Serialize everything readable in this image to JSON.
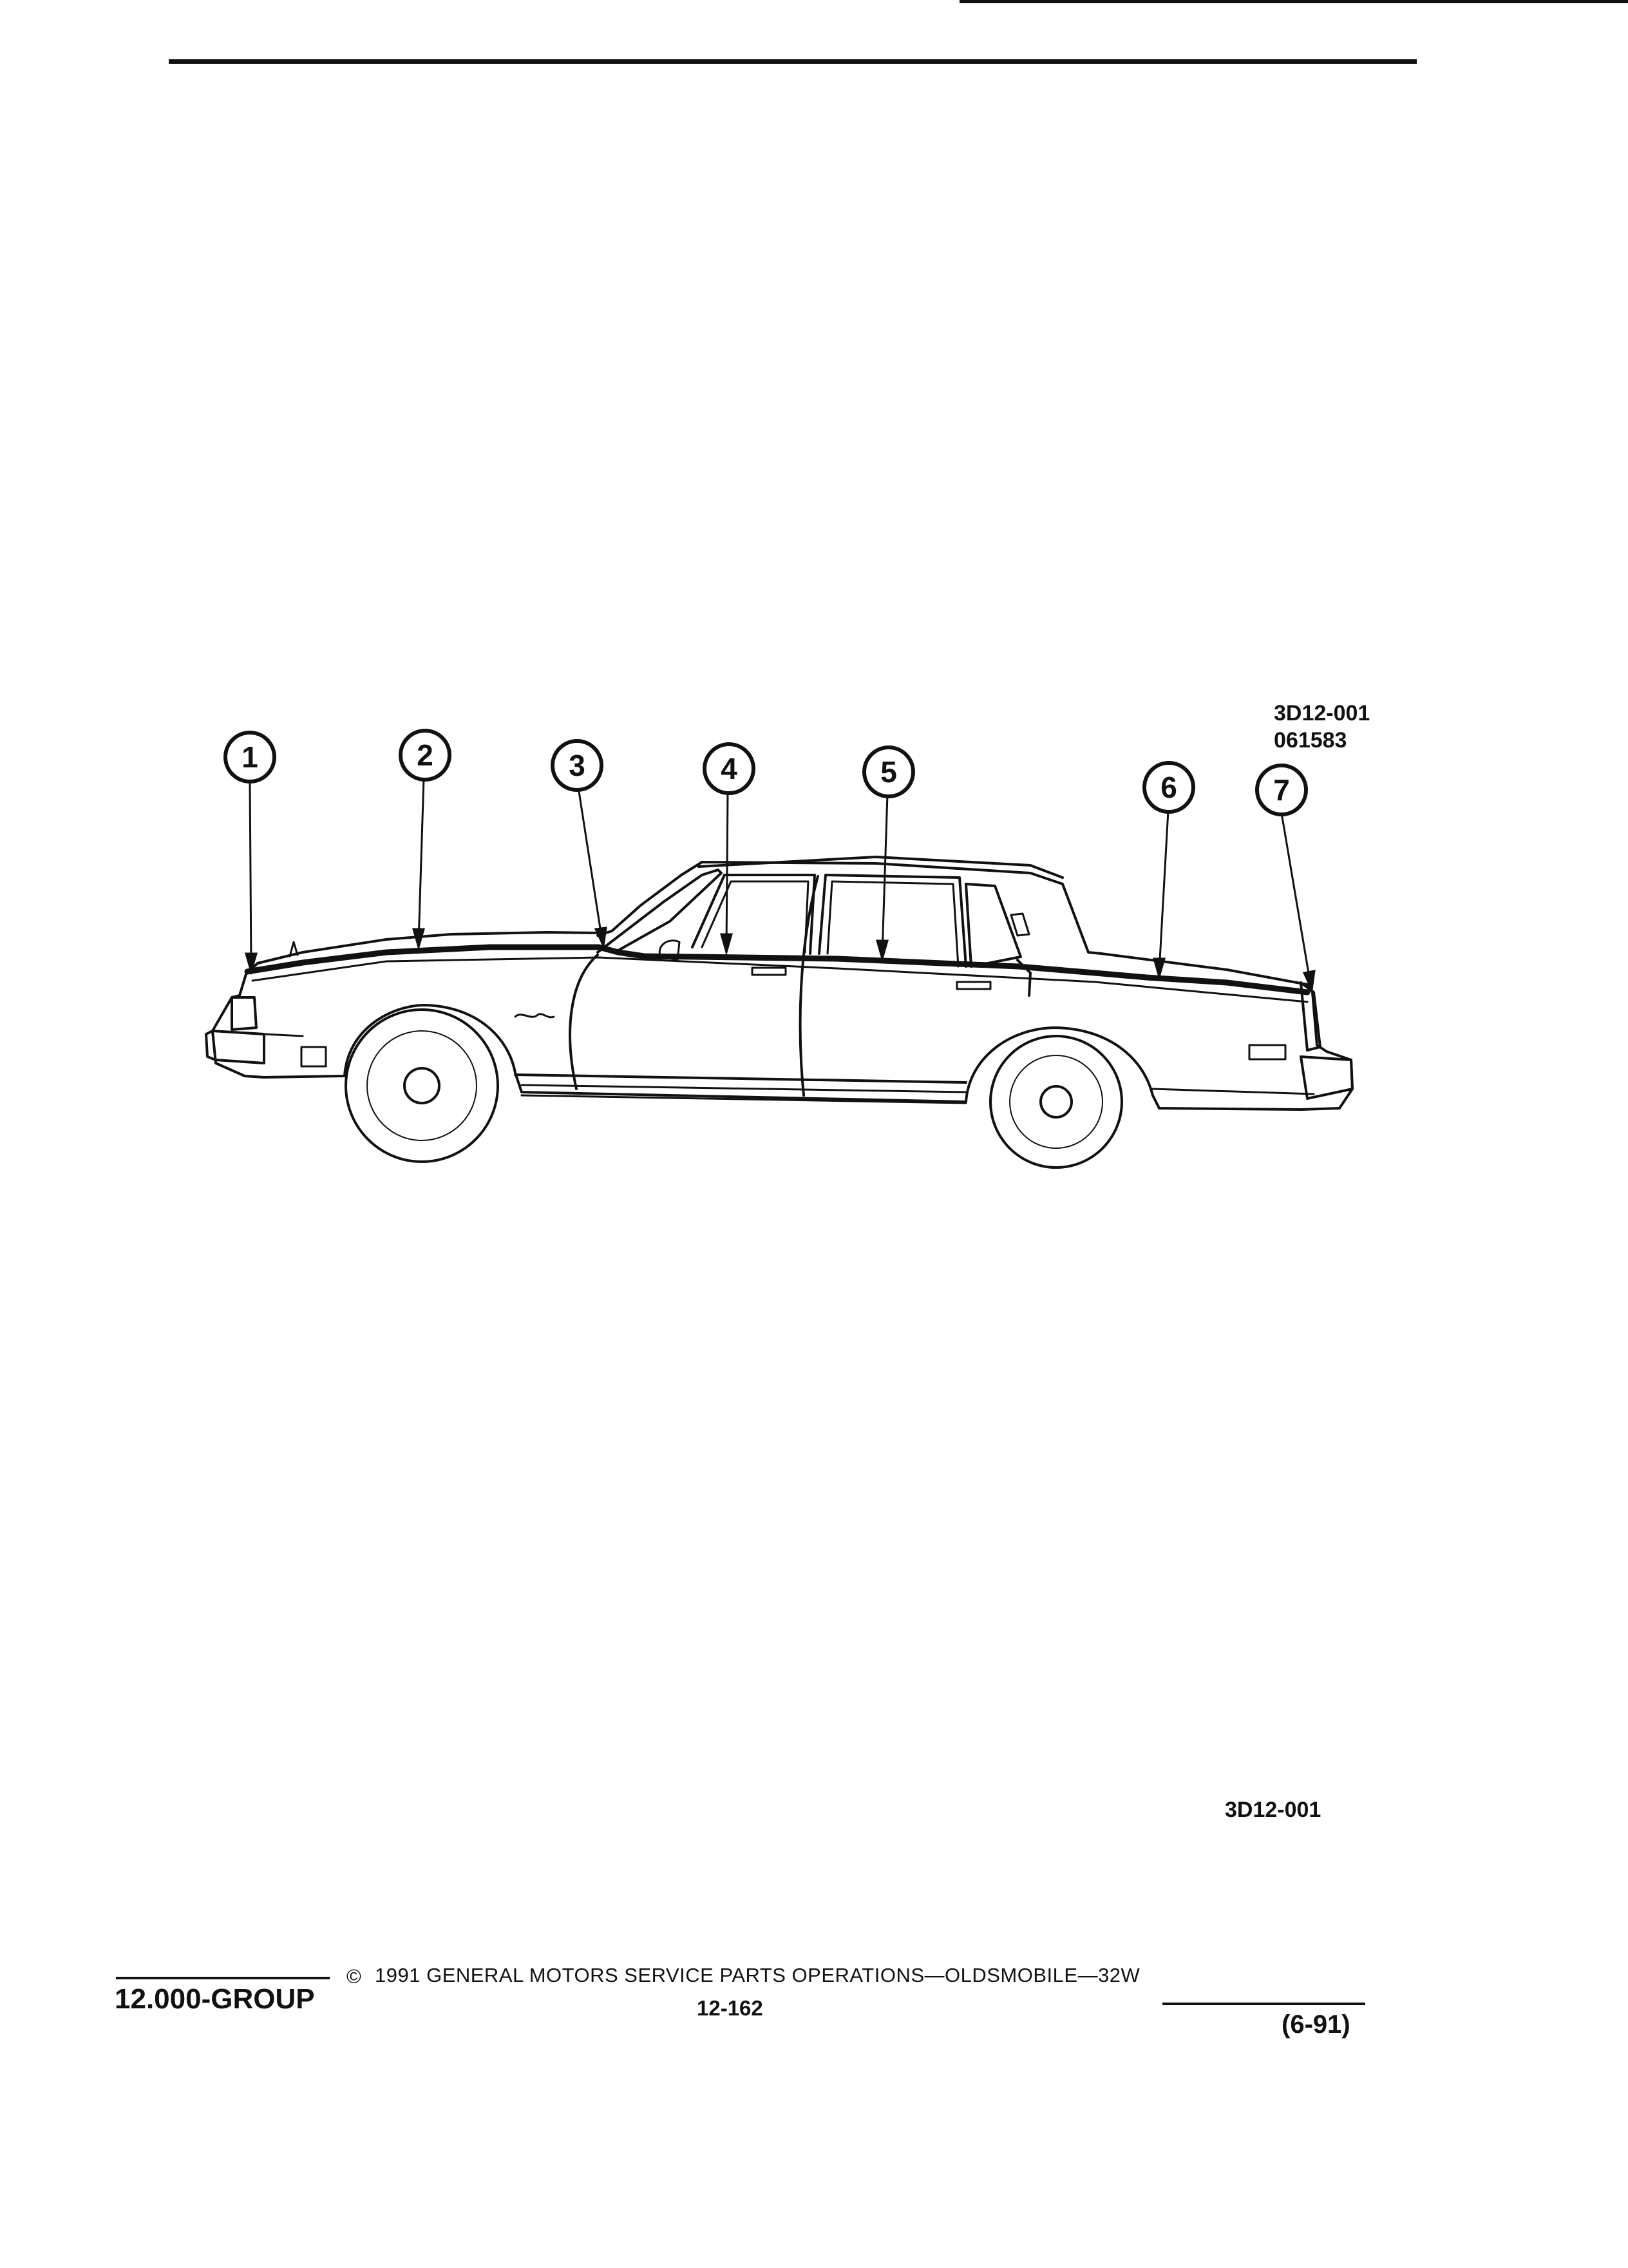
{
  "figure": {
    "code_top": "3D12-001",
    "date_code": "061583",
    "code_bottom": "3D12-001",
    "callouts": [
      "1",
      "2",
      "3",
      "4",
      "5",
      "6",
      "7"
    ]
  },
  "footer": {
    "group": "12.000-GROUP",
    "copyright_symbol": "©",
    "copyright_text": "1991  GENERAL MOTORS SERVICE PARTS OPERATIONS—OLDSMOBILE—32W",
    "page_number": "12-162",
    "revision": "(6-91)"
  },
  "colors": {
    "ink": "#111111",
    "paper": "#ffffff"
  }
}
